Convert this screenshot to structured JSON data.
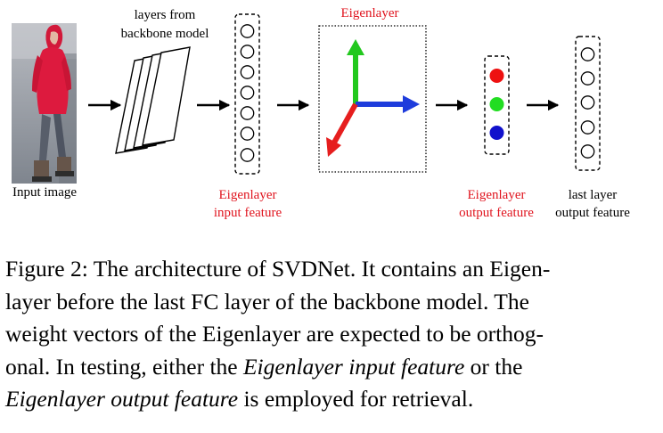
{
  "diagram": {
    "input_label": "Input image",
    "backbone_label_line1": "layers from",
    "backbone_label_line2": "backbone model",
    "eigen_input_line1": "Eigenlayer",
    "eigen_input_line2": "input feature",
    "eigenlayer_title": "Eigenlayer",
    "eigen_output_line1": "Eigenlayer",
    "eigen_output_line2": "output feature",
    "last_layer_line1": "last layer",
    "last_layer_line2": "output feature",
    "colors": {
      "accent_red": "#e0141e",
      "axis_green": "#22c81e",
      "axis_blue": "#1e3cdc",
      "axis_red": "#e61e1e",
      "node_red": "#ee1111",
      "node_green": "#22dd22",
      "node_blue": "#1111cc"
    }
  },
  "caption": {
    "l1a": "Figure 2: The architecture of SVDNet. It contains an Eigen-",
    "l2": "layer before the last FC layer of the backbone model. The",
    "l3": "weight vectors of the Eigenlayer are expected to be orthog-",
    "l4_a": "onal. In testing, either the ",
    "l4_b": "Eigenlayer input feature",
    "l4_c": " or the",
    "l5_a": "Eigenlayer output feature",
    "l5_b": " is employed for retrieval."
  }
}
